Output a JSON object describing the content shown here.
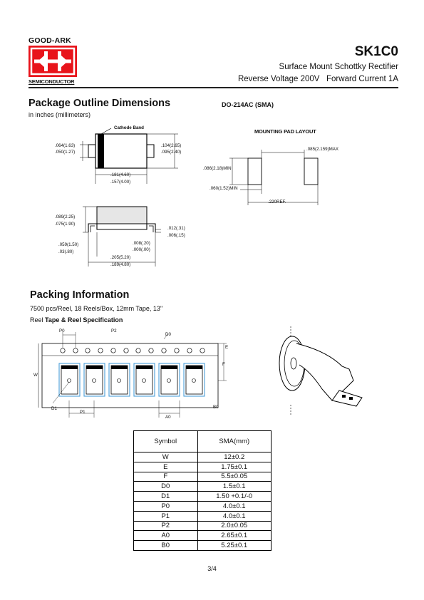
{
  "header": {
    "brand": "GOOD-ARK",
    "brand_sub": "SEMICONDUCTOR",
    "part_number": "SK1C0",
    "subtitle": "Surface Mount Schottky Rectifier",
    "ratings": "Reverse Voltage 200V   Forward Current 1A"
  },
  "package": {
    "title": "Package Outline Dimensions",
    "units": "in inches (millimeters)",
    "package_name": "DO-214AC (SMA)",
    "cathode_label": "Cathode Band",
    "pad_title": "MOUNTING PAD LAYOUT",
    "dims": {
      "d1a": ".064(1.63)",
      "d1b": ".050(1.27)",
      "d2a": ".104(2.65)",
      "d2b": ".095(2.40)",
      "d3a": ".181(4.60)",
      "d3b": ".157(4.00)",
      "d4a": ".089(2.25)",
      "d4b": ".075(1.90)",
      "d5a": ".012(.31)",
      "d5b": ".006(.15)",
      "d6a": ".059(1.50)",
      "d6b": ".03(.80)",
      "d7a": ".008(.20)",
      "d7b": ".000(.00)",
      "d8a": ".205(5.20)",
      "d8b": ".189(4.80)",
      "p1": ".085(2.159)MAX",
      "p2": ".086(2.18)MIN",
      "p3": ".060(1.52)MIN",
      "p4": ".220REF."
    }
  },
  "packing": {
    "title": "Packing Information",
    "line1": "7500 pcs/Reel, 18 Reels/Box, 12mm Tape, 13\"",
    "reel_prefix": "Reel ",
    "reel_bold": "Tape & Reel Specification",
    "tape_labels": {
      "p0": "P0",
      "d0": "D0",
      "e": "E",
      "f": "F",
      "w": "W",
      "d1": "D1",
      "p1": "P1",
      "a0": "A0",
      "b0": "B0"
    }
  },
  "spec_table": {
    "col_symbol": "Symbol",
    "col_value": "SMA(mm)",
    "rows": [
      {
        "symbol": "W",
        "value": "12±0.2"
      },
      {
        "symbol": "E",
        "value": "1.75±0.1"
      },
      {
        "symbol": "F",
        "value": "5.5±0.05"
      },
      {
        "symbol": "D0",
        "value": "1.5±0.1"
      },
      {
        "symbol": "D1",
        "value": "1.50 +0.1/-0"
      },
      {
        "symbol": "P0",
        "value": "4.0±0.1"
      },
      {
        "symbol": "P1",
        "value": "4.0±0.1"
      },
      {
        "symbol": "P2",
        "value": "2.0±0.05"
      },
      {
        "symbol": "A0",
        "value": "2.65±0.1"
      },
      {
        "symbol": "B0",
        "value": "5.25±0.1"
      }
    ]
  },
  "footer": {
    "page": "3/4"
  },
  "colors": {
    "logo_red": "#e8141b",
    "tape_blue": "#4a9fd8"
  }
}
